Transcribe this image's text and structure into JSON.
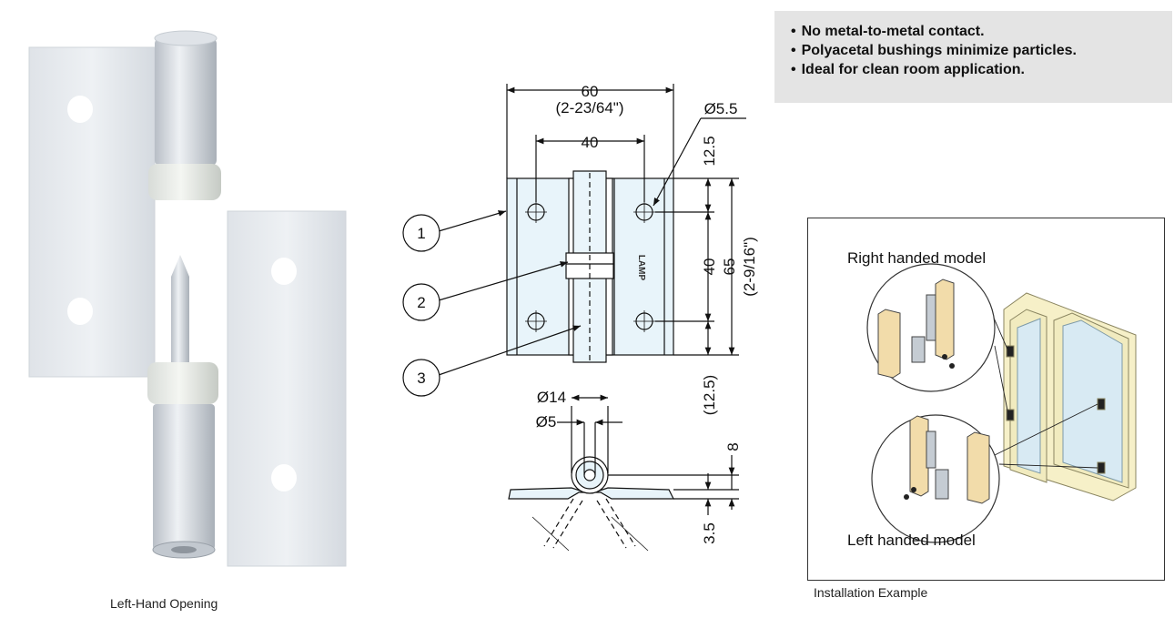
{
  "photo_caption": "Left-Hand Opening",
  "features": [
    "No metal-to-metal contact.",
    "Polyacetal bushings minimize particles.",
    "Ideal for clean room application."
  ],
  "drawing": {
    "dim_width": "60",
    "dim_width_in": "(2-23/64\")",
    "dim_hole_spacing": "40",
    "dim_hole_dia": "Ø5.5",
    "dim_top_margin": "12.5",
    "dim_vertical_spacing": "40",
    "dim_height": "65",
    "dim_height_in": "(2-9/16\")",
    "dim_bottom_margin": "(12.5)",
    "dim_knuckle_dia": "Ø14",
    "dim_pin_dia": "Ø5",
    "dim_knuckle_offset": "8",
    "dim_thickness": "3.5",
    "part_labels": [
      "1",
      "2",
      "3"
    ],
    "brand_mark": "LAMP"
  },
  "installation": {
    "right_label": "Right handed model",
    "left_label": "Left handed model",
    "caption": "Installation Example"
  }
}
